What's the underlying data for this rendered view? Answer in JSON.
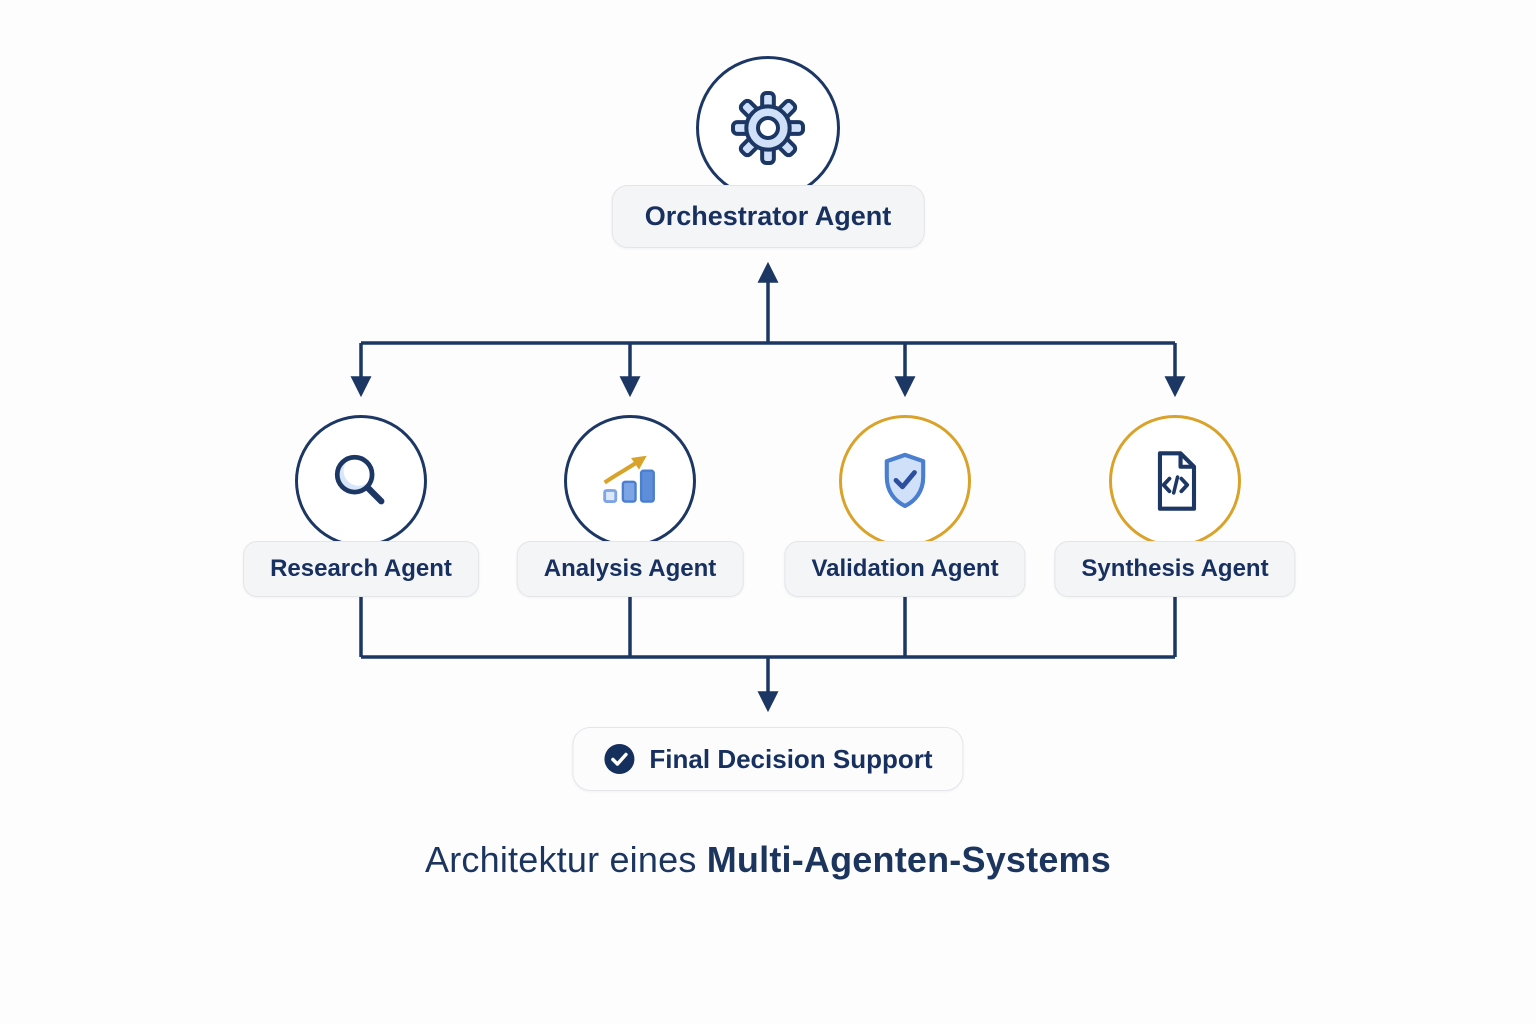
{
  "orchestrator": {
    "label": "Orchestrator Agent",
    "icon": "gear-icon"
  },
  "agents": [
    {
      "label": "Research Agent",
      "icon": "search-icon",
      "ring_color": "#1d3765"
    },
    {
      "label": "Analysis Agent",
      "icon": "trend-chart-icon",
      "ring_color": "#1d3765"
    },
    {
      "label": "Validation Agent",
      "icon": "shield-check-icon",
      "ring_color": "#d9a32a"
    },
    {
      "label": "Synthesis Agent",
      "icon": "code-file-icon",
      "ring_color": "#d9a32a"
    }
  ],
  "result": {
    "label": "Final Decision Support",
    "icon": "check-circle-icon"
  },
  "caption": {
    "normal": "Architektur eines ",
    "bold": "Multi-Agenten-Systems"
  },
  "colors": {
    "navy": "#1d3765",
    "gold": "#d9a32a",
    "light_blue": "#cfe0f8",
    "blue": "#4a7fd0",
    "pill_background": "#f4f5f6",
    "background": "#fdfdfd"
  }
}
